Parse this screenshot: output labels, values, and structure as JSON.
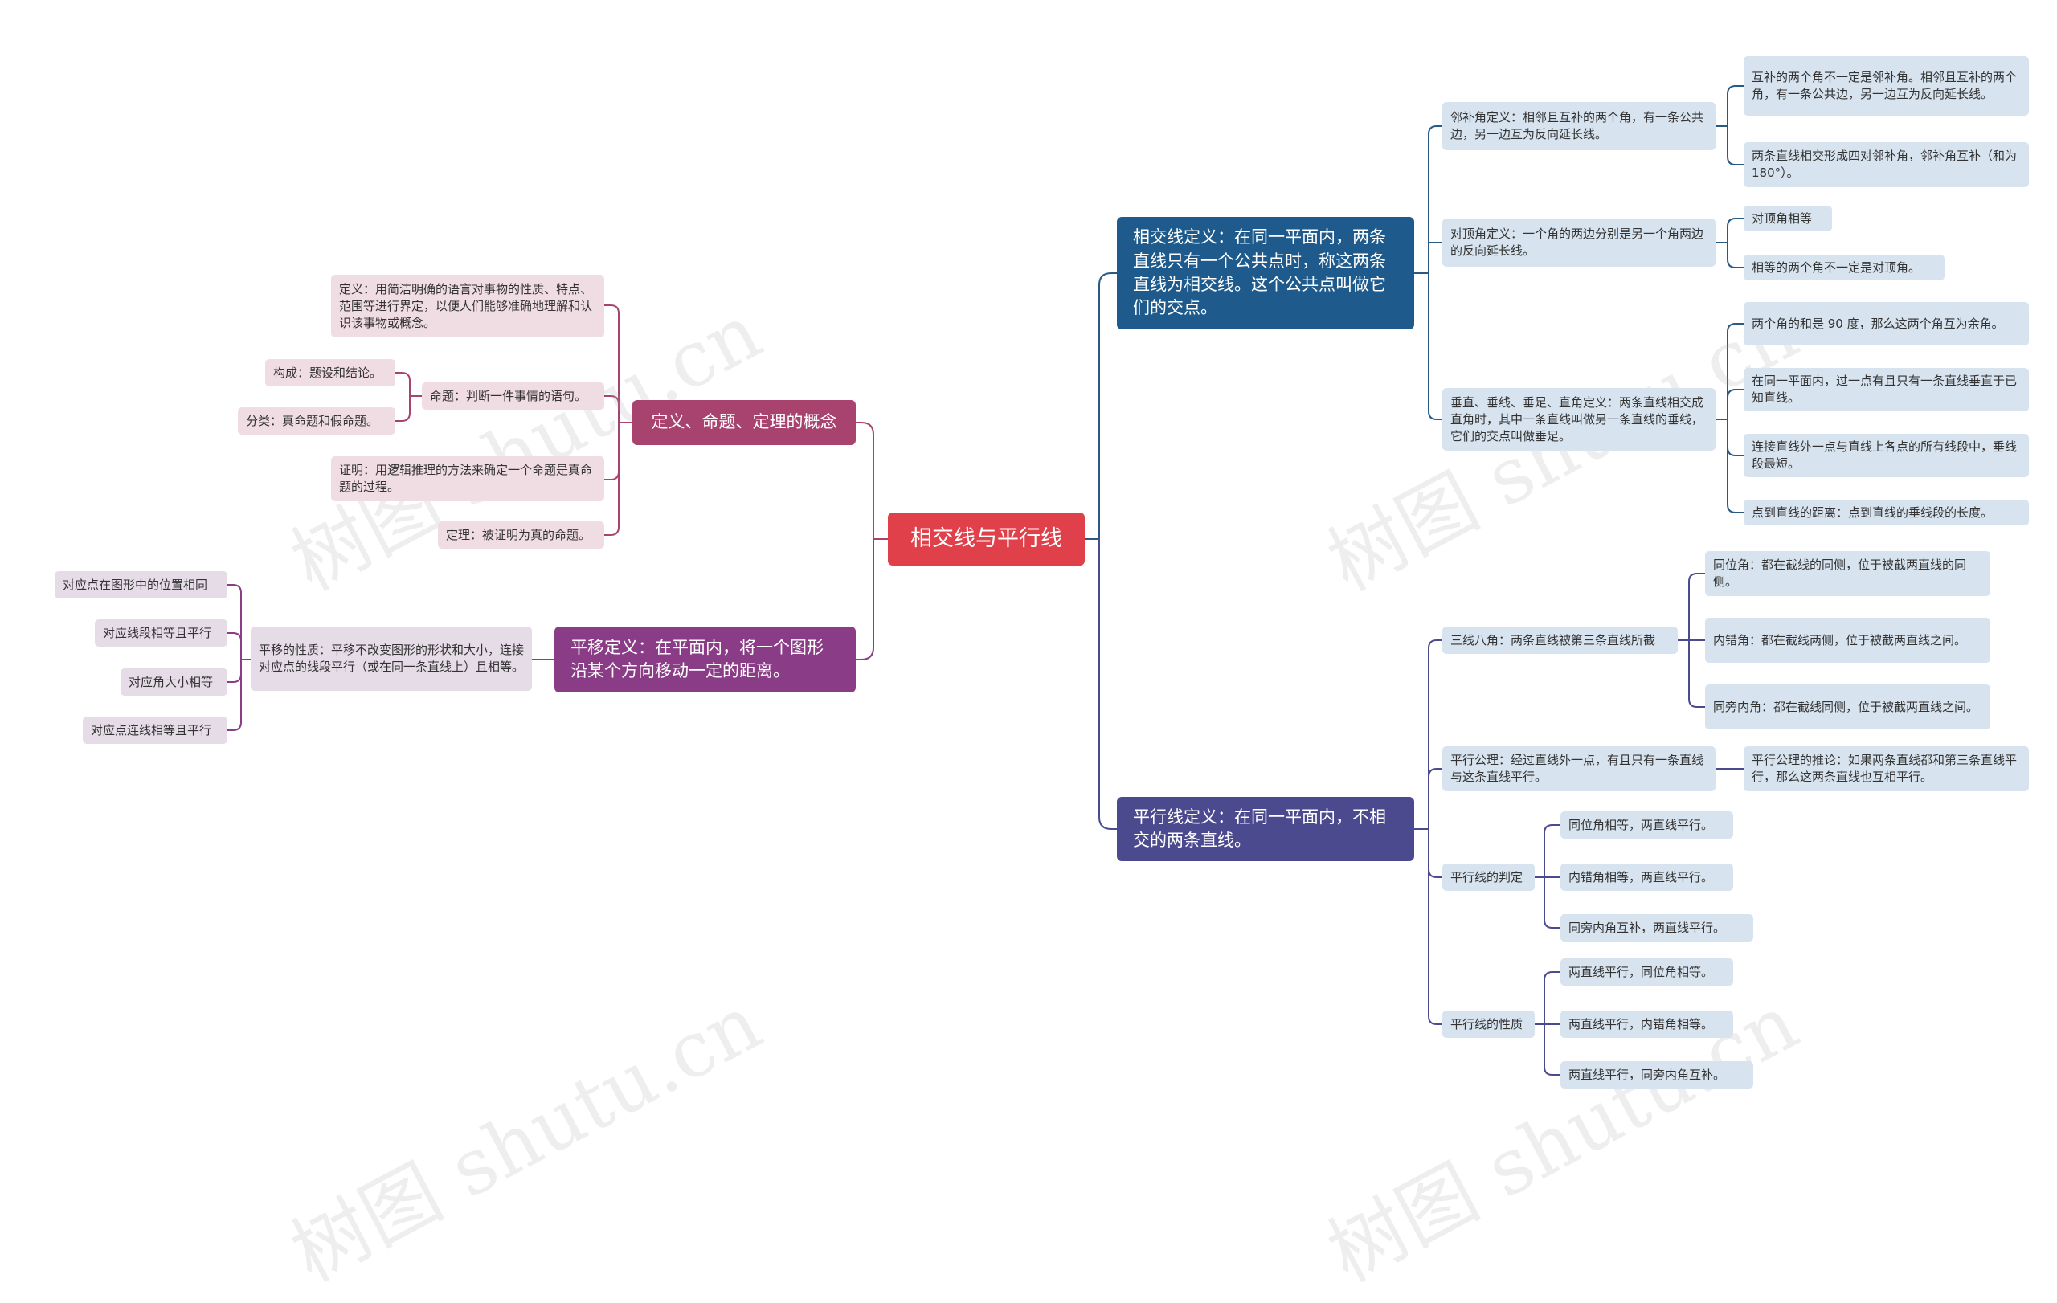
{
  "root": "相交线与平行线",
  "watermark": "树图 shutu.cn",
  "right": {
    "intersect": {
      "title": "相交线定义：在同一平面内，两条直线只有一个公共点时，称这两条直线为相交线。这个公共点叫做它们的交点。",
      "adjacent": {
        "label": "邻补角定义：相邻且互补的两个角，有一条公共边，另一边互为反向延长线。",
        "c1": "互补的两个角不一定是邻补角。相邻且互补的两个角，有一条公共边，另一边互为反向延长线。",
        "c2": "两条直线相交形成四对邻补角，邻补角互补（和为 180°）。"
      },
      "vertical": {
        "label": "对顶角定义：一个角的两边分别是另一个角两边的反向延长线。",
        "c1": "对顶角相等",
        "c2": "相等的两个角不一定是对顶角。"
      },
      "perp": {
        "label": "垂直、垂线、垂足、直角定义：两条直线相交成直角时，其中一条直线叫做另一条直线的垂线，它们的交点叫做垂足。",
        "c1": "两个角的和是 90 度，那么这两个角互为余角。",
        "c2": "在同一平面内，过一点有且只有一条直线垂直于已知直线。",
        "c3": "连接直线外一点与直线上各点的所有线段中，垂线段最短。",
        "c4": "点到直线的距离：点到直线的垂线段的长度。"
      }
    },
    "parallel": {
      "title": "平行线定义：在同一平面内，不相交的两条直线。",
      "three_lines": {
        "label": "三线八角：两条直线被第三条直线所截",
        "c1": "同位角：都在截线的同侧，位于被截两直线的同侧。",
        "c2": "内错角：都在截线两侧，位于被截两直线之间。",
        "c3": "同旁内角：都在截线同侧，位于被截两直线之间。"
      },
      "axiom": {
        "label": "平行公理：经过直线外一点，有且只有一条直线与这条直线平行。",
        "c1": "平行公理的推论：如果两条直线都和第三条直线平行，那么这两条直线也互相平行。"
      },
      "judge": {
        "label": "平行线的判定",
        "c1": "同位角相等，两直线平行。",
        "c2": "内错角相等，两直线平行。",
        "c3": "同旁内角互补，两直线平行。"
      },
      "props": {
        "label": "平行线的性质",
        "c1": "两直线平行，同位角相等。",
        "c2": "两直线平行，内错角相等。",
        "c3": "两直线平行，同旁内角互补。"
      }
    }
  },
  "left": {
    "concepts": {
      "title": "定义、命题、定理的概念",
      "definition": "定义：用简洁明确的语言对事物的性质、特点、范围等进行界定，以便人们能够准确地理解和认识该事物或概念。",
      "proposition": {
        "label": "命题：判断一件事情的语句。",
        "c1": "构成：题设和结论。",
        "c2": "分类：真命题和假命题。"
      },
      "proof": "证明：用逻辑推理的方法来确定一个命题是真命题的过程。",
      "theorem": "定理：被证明为真的命题。"
    },
    "translation": {
      "title": "平移定义：在平面内，将一个图形沿某个方向移动一定的距离。",
      "props": {
        "label": "平移的性质：平移不改变图形的形状和大小，连接对应点的线段平行（或在同一条直线上）且相等。",
        "c1": "对应点在图形中的位置相同",
        "c2": "对应线段相等且平行",
        "c3": "对应角大小相等",
        "c4": "对应点连线相等且平行"
      }
    }
  },
  "colors": {
    "root": "#e0404a",
    "intersect": "#1e5b8c",
    "parallel": "#4c4a8f",
    "concepts": "#a8426e",
    "translation": "#8a3d86",
    "edge_blue": "#2a5a84",
    "edge_purple": "#4c4a8f",
    "edge_magenta": "#a8426e",
    "edge_plum": "#8a3d86"
  }
}
